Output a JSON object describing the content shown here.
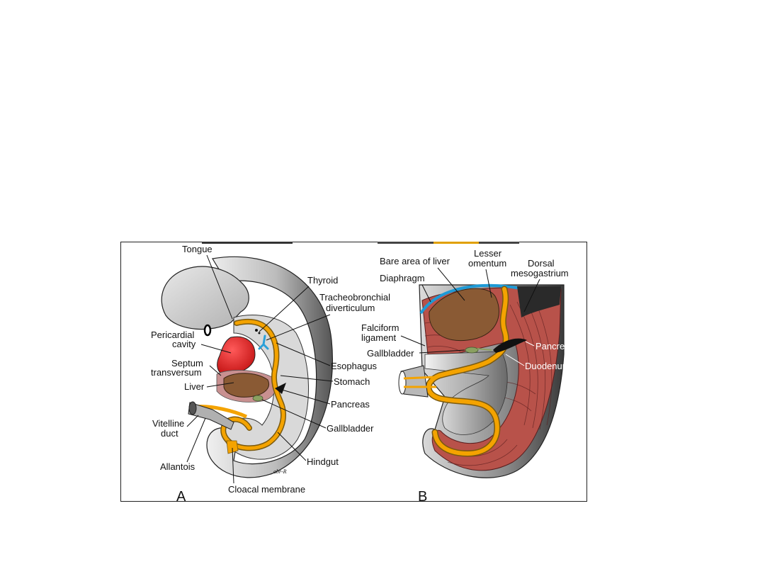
{
  "colors": {
    "pericardial": "#d62020",
    "liver": "#8a5a34",
    "gut": "#f4a300",
    "tracheobronchial": "#2aa0d8",
    "diaphragm_band": "#1e9ad6",
    "gallbladder": "#8aa060",
    "muscle_wall": "#b8524a",
    "body_gray": "#c8c8c8"
  },
  "panel_a": {
    "letter": "A",
    "labels": {
      "tongue": "Tongue",
      "thyroid": "Thyroid",
      "tracheo_1": "Tracheobronchial",
      "tracheo_2": "diverticulum",
      "pericardial_1": "Pericardial",
      "pericardial_2": "cavity",
      "septum_1": "Septum",
      "septum_2": "transversum",
      "liver": "Liver",
      "esophagus": "Esophagus",
      "stomach": "Stomach",
      "pancreas": "Pancreas",
      "vitelline_1": "Vitelline",
      "vitelline_2": "duct",
      "gallbladder": "Gallbladder",
      "allantois": "Allantois",
      "hindgut": "Hindgut",
      "cloacal": "Cloacal membrane"
    }
  },
  "panel_b": {
    "letter": "B",
    "labels": {
      "bare_area": "Bare area of liver",
      "lesser_1": "Lesser",
      "lesser_2": "omentum",
      "dorsal_1": "Dorsal",
      "dorsal_2": "mesogastrium",
      "diaphragm": "Diaphragm",
      "falciform_1": "Falciform",
      "falciform_2": "ligament",
      "gallbladder": "Gallbladder",
      "pancreas": "Pancreas",
      "duodenum": "Duodenum"
    }
  }
}
